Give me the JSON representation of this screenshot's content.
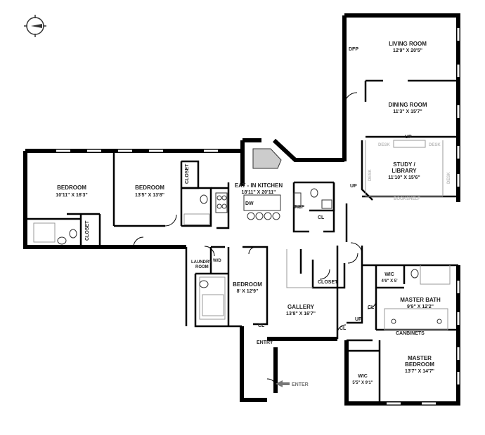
{
  "rooms": {
    "living": {
      "name": "LIVING ROOM",
      "dims": "12'9\" X 20'5\""
    },
    "dining": {
      "name": "DINING ROOM",
      "dims": "11'3\" X 15'7\""
    },
    "study": {
      "name1": "STUDY /",
      "name2": "LIBRARY",
      "dims": "11'10\" X 15'6\""
    },
    "kitchen": {
      "name": "EAT - IN KITCHEN",
      "dims": "18'11\" X 20'11\""
    },
    "bedroom1": {
      "name": "BEDROOM",
      "dims": "10'11\" X 16'3\""
    },
    "bedroom2": {
      "name": "BEDROOM",
      "dims": "13'5\" X 13'8\""
    },
    "bedroom3": {
      "name": "BEDROOM",
      "dims": "8' X 12'9\""
    },
    "gallery": {
      "name": "GALLERY",
      "dims": "13'8\" X 16'7\""
    },
    "wic_bath": {
      "name": "WIC",
      "dims": "4'6\" X 5'"
    },
    "master_bath": {
      "name": "MASTER BATH",
      "dims": "9'9\" X 12'2\""
    },
    "master_bed": {
      "name1": "MASTER",
      "name2": "BEDROOM",
      "dims": "13'7\" X 14'7\""
    },
    "wic_master": {
      "name": "WIC",
      "dims": "5'5\" X 9'1\""
    }
  },
  "labels": {
    "dfp": "DFP",
    "desk": "DESK",
    "bookshelf": "BOOKSHELF",
    "up": "UP",
    "closet": "CLOSET",
    "cl": "CL",
    "dw": "DW",
    "ref": "REF",
    "laundry1": "LAUNDRY",
    "laundry2": "ROOM",
    "wd": "W/D",
    "entry": "ENTRY",
    "enter": "ENTER",
    "canbinets": "CANBINETS"
  }
}
